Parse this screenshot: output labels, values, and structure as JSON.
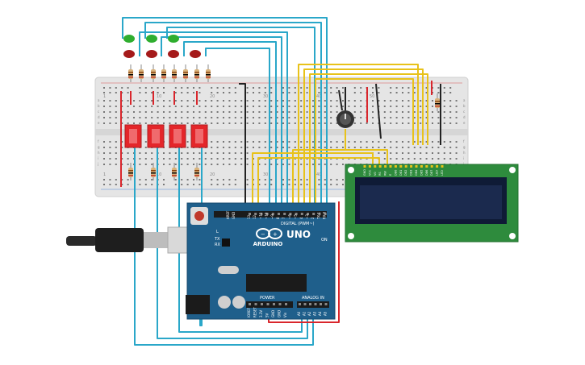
{
  "arduino": {
    "logo": "ARDUINO",
    "model": "UNO",
    "digital_label": "DIGITAL (PWM~)",
    "power_label": "POWER",
    "analog_label": "ANALOG IN",
    "on_label": "ON",
    "tx_label": "TX",
    "rx_label": "RX",
    "l_label": "L",
    "aref_label": "AREF",
    "gnd_label": "GND",
    "power_pins": [
      "IOREF",
      "RESET",
      "3.3V",
      "5V",
      "GND",
      "GND",
      "Vin"
    ],
    "analog_pins": [
      "A0",
      "A1",
      "A2",
      "A3",
      "A4",
      "A5"
    ],
    "digital_pins": [
      "13",
      "12",
      "~11",
      "~10",
      "~9",
      "8",
      "7",
      "~6",
      "~5",
      "4",
      "~3",
      "2",
      "TX 1",
      "RX 0"
    ]
  },
  "breadboard": {
    "row_numbers": [
      "1",
      "10",
      "20",
      "30",
      "40",
      "50"
    ],
    "row_letters": [
      "a",
      "b",
      "c",
      "d",
      "e",
      "f",
      "g",
      "h",
      "i",
      "j"
    ]
  },
  "lcd": {
    "pin_labels": [
      "GND",
      "VCC",
      "V0",
      "RS",
      "RW",
      "E",
      "DB0",
      "DB1",
      "DB2",
      "DB3",
      "DB4",
      "DB5",
      "DB6",
      "DB7",
      "LED",
      "LED"
    ]
  },
  "colors": {
    "breadboard": "#e5e5e5",
    "arduino": "#1f5f8b",
    "lcd_board": "#2e8b3d",
    "lcd_screen": "#1b2a4e",
    "wire_blue": "#2aa7c9",
    "wire_yellow": "#e8c21a",
    "wire_red": "#d9262c",
    "wire_black": "#222222",
    "led_green": "#2fae2f",
    "led_red": "#a51a1a",
    "button_red": "#e4262a"
  }
}
